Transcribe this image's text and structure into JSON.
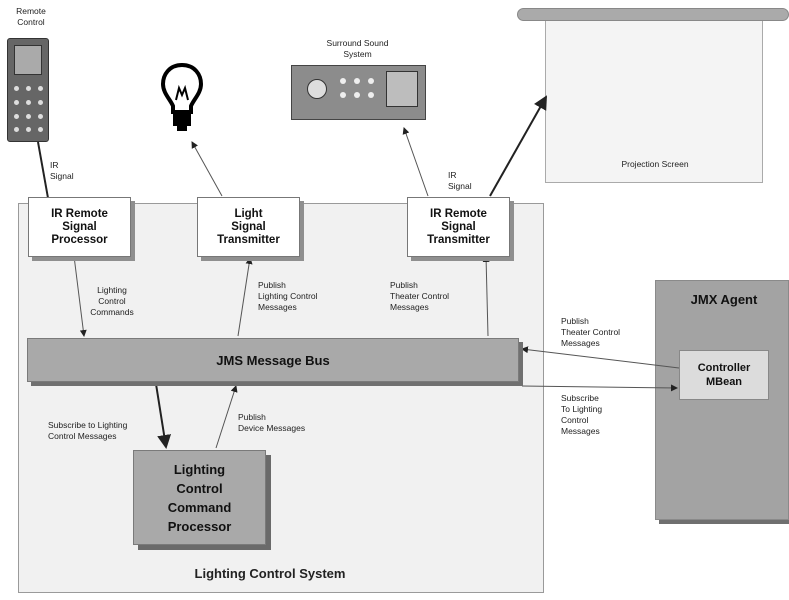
{
  "devices": {
    "remote_label": "Remote\nControl",
    "surround_label": "Surround Sound\nSystem",
    "screen_label": "Projection Screen"
  },
  "boxes": {
    "ir_processor": "IR Remote\nSignal\nProcessor",
    "light_tx": "Light\nSignal\nTransmitter",
    "ir_tx": "IR Remote\nSignal\nTransmitter",
    "bus": "JMS Message Bus",
    "lighting_processor": "Lighting\nControl\nCommand\nProcessor",
    "mbean": "Controller\nMBean"
  },
  "panels": {
    "system_label": "Lighting Control System",
    "agent_title": "JMX Agent"
  },
  "notes": {
    "ir_signal_left": "IR\nSignal",
    "ir_signal_right": "IR\nSignal",
    "lighting_commands": "Lighting\nControl\nCommands",
    "publish_lighting": "Publish\nLighting Control\nMessages",
    "publish_theater": "Publish\nTheater Control\nMessages",
    "subscribe_lighting": "Subscribe to Lighting\nControl Messages",
    "publish_device": "Publish\nDevice Messages",
    "agent_publish_theater": "Publish\nTheater Control\nMessages",
    "agent_subscribe": "Subscribe\nTo Lighting\nControl\nMessages"
  },
  "colors": {
    "panel": "#f1f1f1",
    "bus": "#a9a9a9",
    "agent": "#a3a3a3"
  },
  "icons": [
    "remote-control-icon",
    "light-bulb-icon",
    "surround-sound-icon",
    "projection-screen-icon"
  ]
}
